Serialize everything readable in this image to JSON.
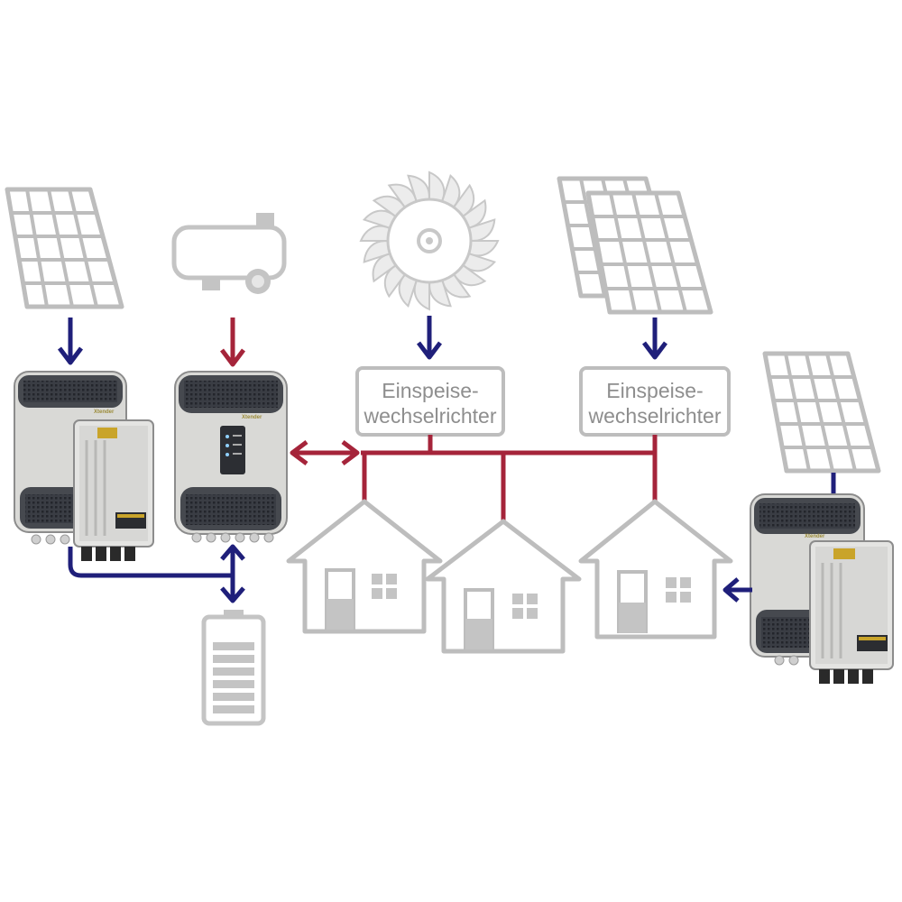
{
  "diagram": {
    "colors": {
      "dc_arrow": "#1f1f7a",
      "ac_line": "#a5243a",
      "icon_gray": "#b9b9b9",
      "house_outline": "#bdbdbd"
    },
    "labels": {
      "inverter_label_1_line1": "Einspeise-",
      "inverter_label_1_line2": "wechselrichter",
      "inverter_label_2_line1": "Einspeise-",
      "inverter_label_2_line2": "wechselrichter"
    },
    "device_brands": {
      "left_inverter": "Xtender",
      "center_inverter": "Xtender",
      "right_inverter": "Xtender"
    },
    "icons": [
      "solar-panel-icon",
      "generator-icon",
      "water-turbine-icon",
      "battery-icon",
      "house-icon"
    ]
  }
}
